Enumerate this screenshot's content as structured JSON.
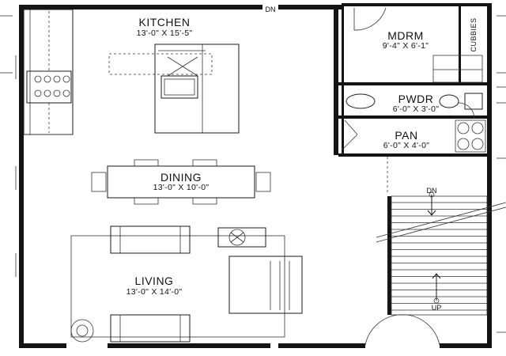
{
  "plan": {
    "rooms": [
      {
        "key": "kitchen",
        "name": "KITCHEN",
        "dims": "13'-0\" X 15'-5\""
      },
      {
        "key": "dining",
        "name": "DINING",
        "dims": "13'-0\" X 10'-0\""
      },
      {
        "key": "living",
        "name": "LIVING",
        "dims": "13'-0\" X 14'-0\""
      },
      {
        "key": "mdrm",
        "name": "MDRM",
        "dims": "9'-4\" X 6'-1\""
      },
      {
        "key": "pwdr",
        "name": "PWDR",
        "dims": "6'-0\" X 3'-0\""
      },
      {
        "key": "pan",
        "name": "PAN",
        "dims": "6'-0\" X 4'-0\""
      }
    ],
    "labels": {
      "dn_top": "DN",
      "cubbies": "CUBBIES",
      "stair_dn": "DN",
      "stair_up": "UP"
    }
  }
}
